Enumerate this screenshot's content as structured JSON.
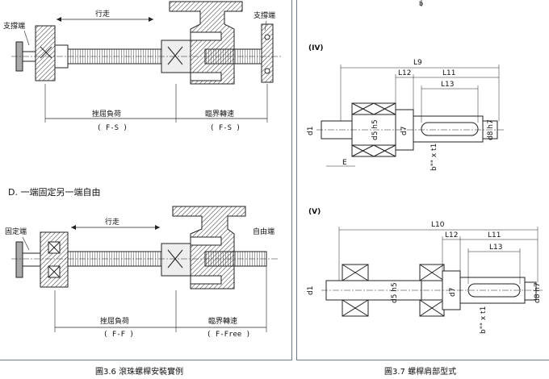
{
  "left": {
    "diagram_c": {
      "support_end": "支撐端",
      "support_end_right": "支撐端",
      "travel": "行走",
      "buckling_load": "挫屈負荷",
      "buckling_code": "( F-S )",
      "critical_speed": "臨界轉速",
      "critical_code": "( F-S )"
    },
    "section_d_title": "D. 一端固定另一端自由",
    "diagram_d": {
      "fixed_end": "固定端",
      "free_end": "自由端",
      "travel": "行走",
      "buckling_load": "挫屈負荷",
      "buckling_code": "( F-F )",
      "critical_speed": "臨界轉速",
      "critical_code": "( F-Free )"
    },
    "caption": "圖3.6 滾珠螺桿安裝實例"
  },
  "right": {
    "top_mark": "b",
    "type_iv": {
      "label": "(IV)",
      "L9": "L9",
      "L12": "L12",
      "L11": "L11",
      "L13": "L13",
      "d1": "d1",
      "d5": "d5 h5",
      "d7": "d7",
      "d8": "d8 h7",
      "bxt": "b\"\" x t1",
      "E": "E"
    },
    "type_v": {
      "label": "(V)",
      "L10": "L10",
      "L12": "L12",
      "L11": "L11",
      "L13": "L13",
      "d1": "d1",
      "d5": "d5 h5",
      "d7": "d7",
      "d8": "d8 h7",
      "bxt": "b\"\" x t1"
    },
    "caption": "圖3.7 螺桿肩部型式"
  }
}
